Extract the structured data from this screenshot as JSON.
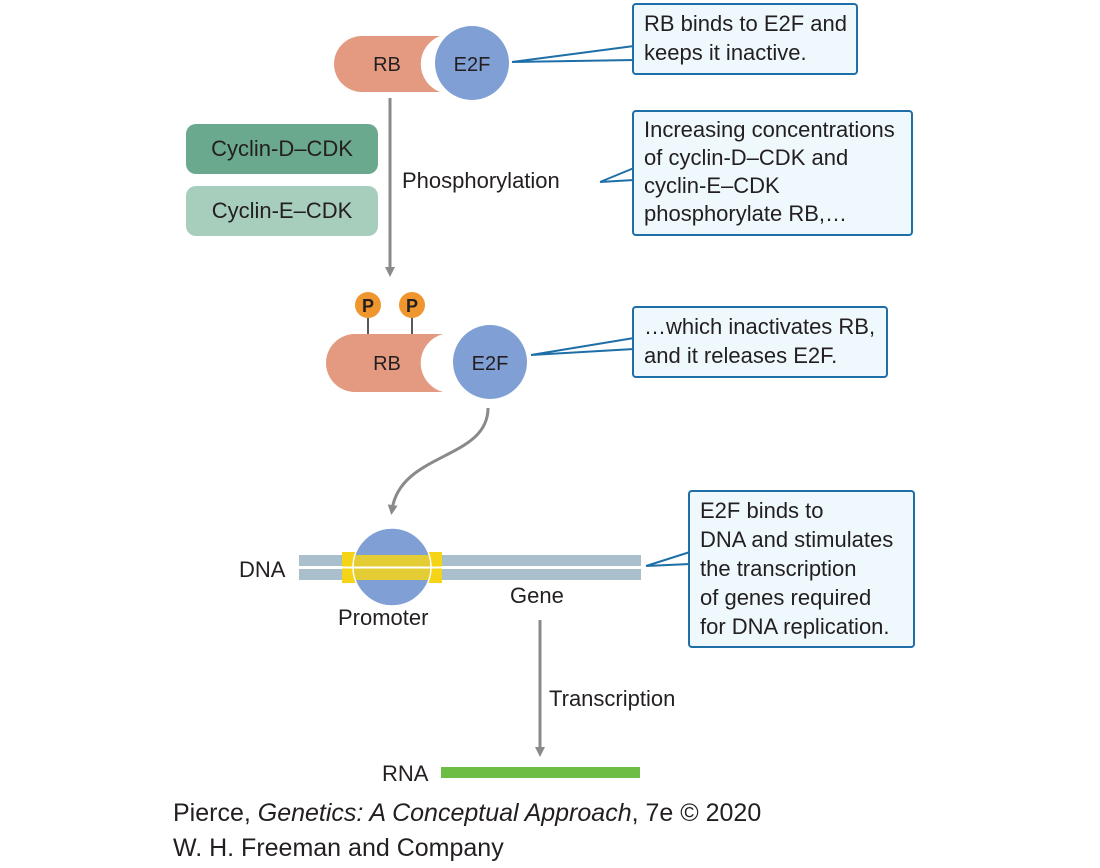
{
  "molecules": {
    "rb": "RB",
    "e2f": "E2F",
    "phospho": "P"
  },
  "kinases": {
    "cyclin_d": "Cyclin-D–CDK",
    "cyclin_e": "Cyclin-E–CDK"
  },
  "steps": {
    "phosphorylation": "Phosphorylation",
    "transcription": "Transcription"
  },
  "dna": {
    "label": "DNA",
    "promoter": "Promoter",
    "gene": "Gene",
    "rna": "RNA"
  },
  "callouts": {
    "c1": [
      "RB binds to E2F and",
      "keeps it inactive."
    ],
    "c2": [
      "Increasing concentrations",
      "of cyclin-D–CDK and",
      "cyclin-E–CDK",
      "phosphorylate RB,…"
    ],
    "c3": [
      "…which inactivates RB,",
      "and it releases E2F."
    ],
    "c4": [
      "E2F binds to",
      "DNA and stimulates",
      "the transcription",
      "of genes required",
      "for DNA replication."
    ]
  },
  "credit": {
    "author": "Pierce, ",
    "book": "Genetics: A Conceptual Approach",
    "edition": ", 7e © 2020",
    "publisher": "W. H. Freeman and Company"
  },
  "colors": {
    "rb": "#e39a80",
    "e2f": "#7f9fd5",
    "cyclin_d": "#6aa98e",
    "cyclin_e": "#a7cdbd",
    "phospho": "#f0962e",
    "dna": "#a9c0cc",
    "promoter_band": "#f5d417",
    "rna": "#6dbd45",
    "arrow": "#8a8a8a",
    "callout_border": "#1e6fa8",
    "callout_fill": "#eef8fd"
  }
}
